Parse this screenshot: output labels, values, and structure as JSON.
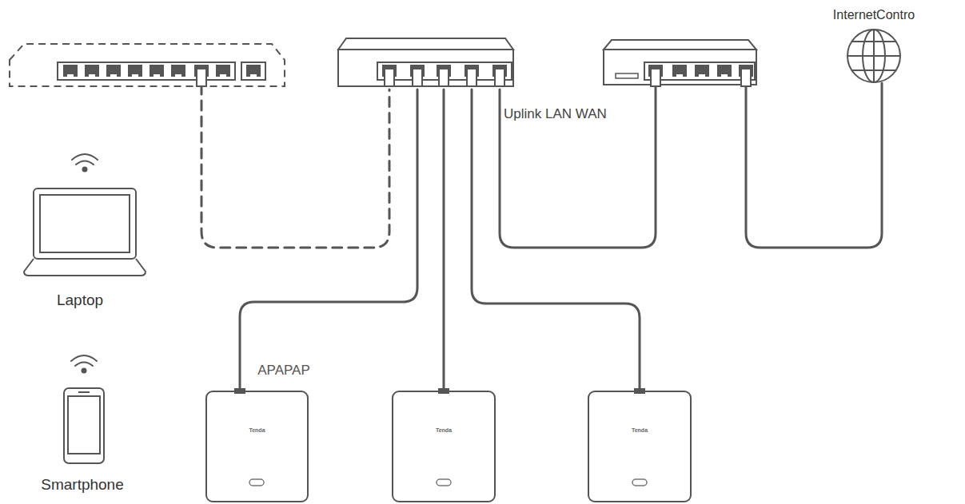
{
  "diagram": {
    "nodes": [
      {
        "text": [
          "InternetContro"
        ]
      },
      {
        "text": [
          "Laptop"
        ]
      },
      {
        "text": [
          "APAPAP",
          "Tenda"
        ]
      },
      {
        "text": [
          "Tenda"
        ]
      },
      {
        "text": [
          "Tenda"
        ]
      },
      {
        "text": [
          "Smartphone"
        ]
      }
    ],
    "labels": [
      "Uplink LAN WAN"
    ]
  }
}
